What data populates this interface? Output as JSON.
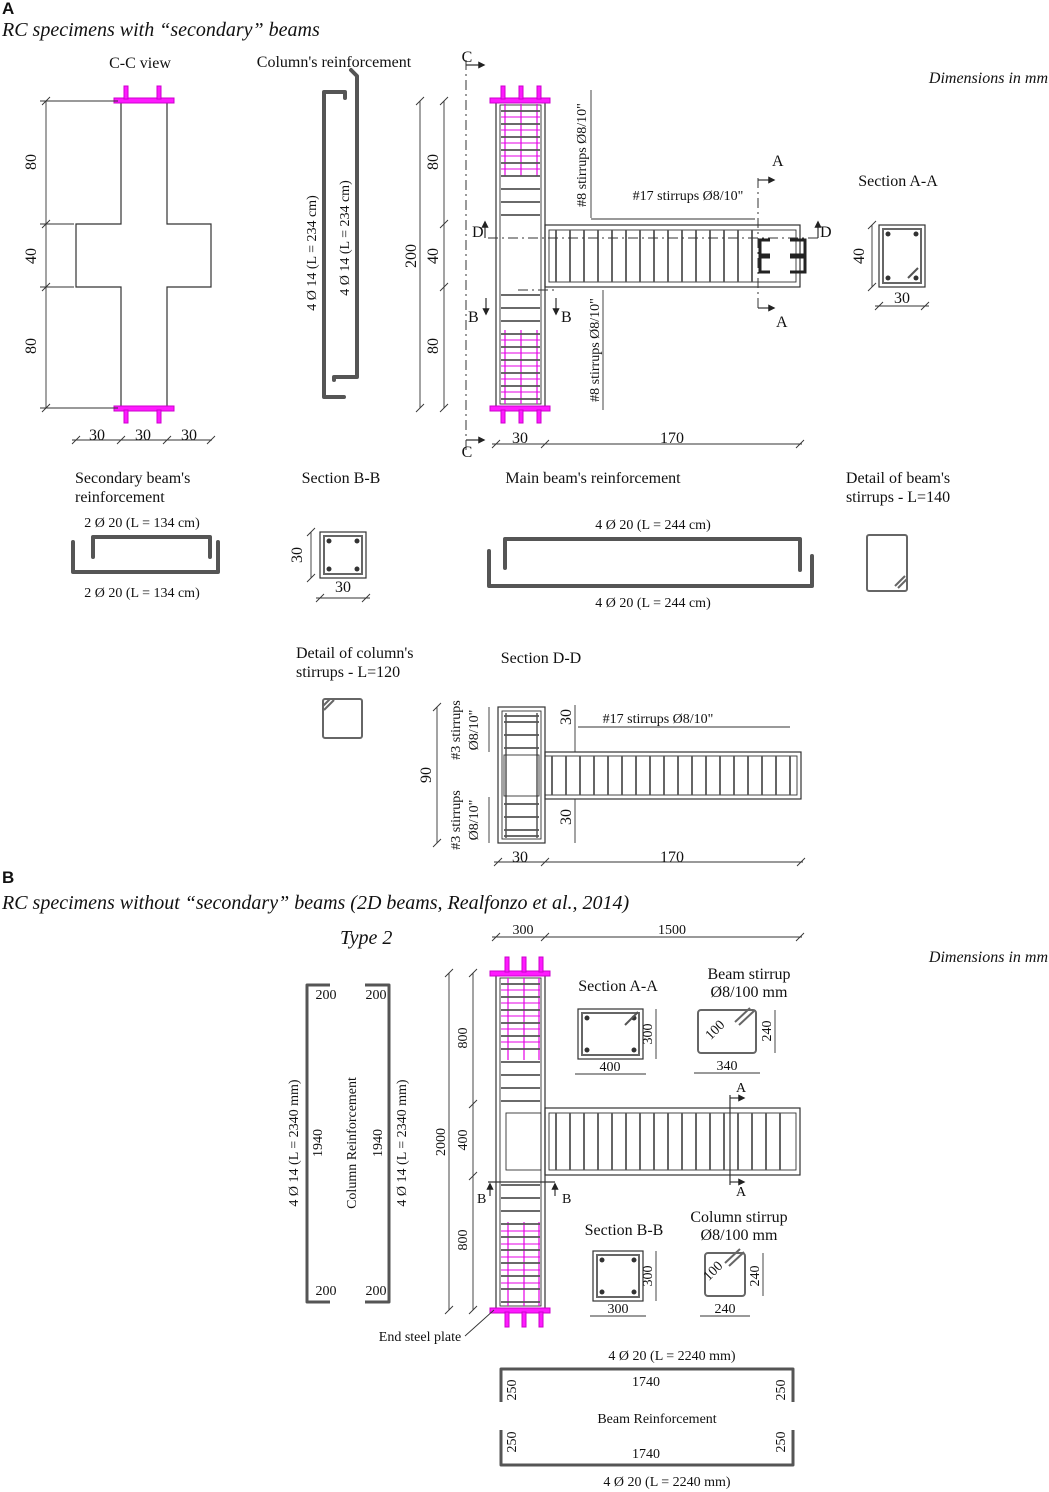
{
  "panel_a": {
    "letter": "A",
    "title": "RC specimens with “secondary” beams",
    "dimensions_note": "Dimensions in mm",
    "cc_view": {
      "title": "C-C view",
      "dims_v": [
        "80",
        "40",
        "80"
      ],
      "dims_h": [
        "30",
        "30",
        "30"
      ]
    },
    "column_reinf": {
      "title": "Column's reinforcement",
      "bar1": "4 Ø 14 (L = 234 cm)",
      "bar2": "4 Ø 14 (L = 234 cm)"
    },
    "elevation": {
      "cut_c": "C",
      "cut_d": "D",
      "cut_b": "B",
      "cut_a": "A",
      "dims_v": [
        "200",
        "80",
        "40",
        "80"
      ],
      "dims_h": [
        "30",
        "170"
      ],
      "stirrups_top": "#8 stirrups Ø8/10\"",
      "stirrups_bottom": "#8 stirrups Ø8/10\"",
      "stirrups_beam": "#17 stirrups Ø8/10\""
    },
    "section_aa": {
      "title": "Section A-A",
      "h": "40",
      "w": "30"
    },
    "secondary_beam": {
      "title1": "Secondary beam's",
      "title2": "reinforcement",
      "bar_top": "2 Ø 20 (L = 134 cm)",
      "bar_bottom": "2 Ø 20 (L = 134 cm)"
    },
    "section_bb": {
      "title": "Section B-B",
      "h": "30",
      "w": "30"
    },
    "main_beam": {
      "title": "Main beam's reinforcement",
      "bar_top": "4 Ø 20 (L = 244 cm)",
      "bar_bottom": "4 Ø 20 (L = 244 cm)"
    },
    "beam_stirrup": {
      "title1": "Detail of beam's",
      "title2": "stirrups - L=140"
    },
    "column_stirrup": {
      "title1": "Detail of column's",
      "title2": "stirrups - L=120"
    },
    "section_dd": {
      "title": "Section D-D",
      "total_h": "90",
      "stirrups_col_top_1": "#3 stirrups",
      "stirrups_col_top_2": "Ø8/10\"",
      "stirrups_col_bot_1": "#3 stirrups",
      "stirrups_col_bot_2": "Ø8/10\"",
      "dim_30_top": "30",
      "dim_30_bot": "30",
      "stirrups_beam": "#17 stirrups Ø8/10\"",
      "dims_h": [
        "30",
        "170"
      ]
    }
  },
  "panel_b": {
    "letter": "B",
    "title": "RC specimens without “secondary” beams (2D beams, Realfonzo et al., 2014)",
    "type": "Type 2",
    "dimensions_note": "Dimensions in mm",
    "dims_top": [
      "300",
      "1500"
    ],
    "dims_left": [
      "2000",
      "800",
      "400",
      "800"
    ],
    "column_reinf": {
      "label": "Column Reinforcement",
      "bar_left": "4 Ø 14 (L = 2340 mm)",
      "bar_right": "4 Ø 14 (L = 2340 mm)",
      "hook_tl": "200",
      "hook_tr": "200",
      "hook_bl": "200",
      "hook_br": "200",
      "len_left": "1940",
      "len_right": "1940"
    },
    "section_aa": {
      "title": "Section A-A",
      "h": "300",
      "w": "400"
    },
    "beam_stirrup": {
      "title1": "Beam stirrup",
      "title2": "Ø8/100 mm",
      "hook": "100",
      "h": "240",
      "w": "340"
    },
    "section_bb": {
      "title": "Section B-B",
      "h": "300",
      "w": "300"
    },
    "column_stirrup": {
      "title1": "Column stirrup",
      "title2": "Ø8/100 mm",
      "hook": "100",
      "h": "240",
      "w": "240"
    },
    "cut_a": "A",
    "cut_b": "B",
    "end_plate": "End steel plate",
    "beam_reinf": {
      "label": "Beam Reinforcement",
      "bar_top": "4 Ø 20 (L = 2240 mm)",
      "bar_bottom": "4 Ø 20 (L = 2240 mm)",
      "len_top": "1740",
      "len_bottom": "1740",
      "hook_tl": "250",
      "hook_tr": "250",
      "hook_bl": "250",
      "hook_br": "250"
    }
  }
}
